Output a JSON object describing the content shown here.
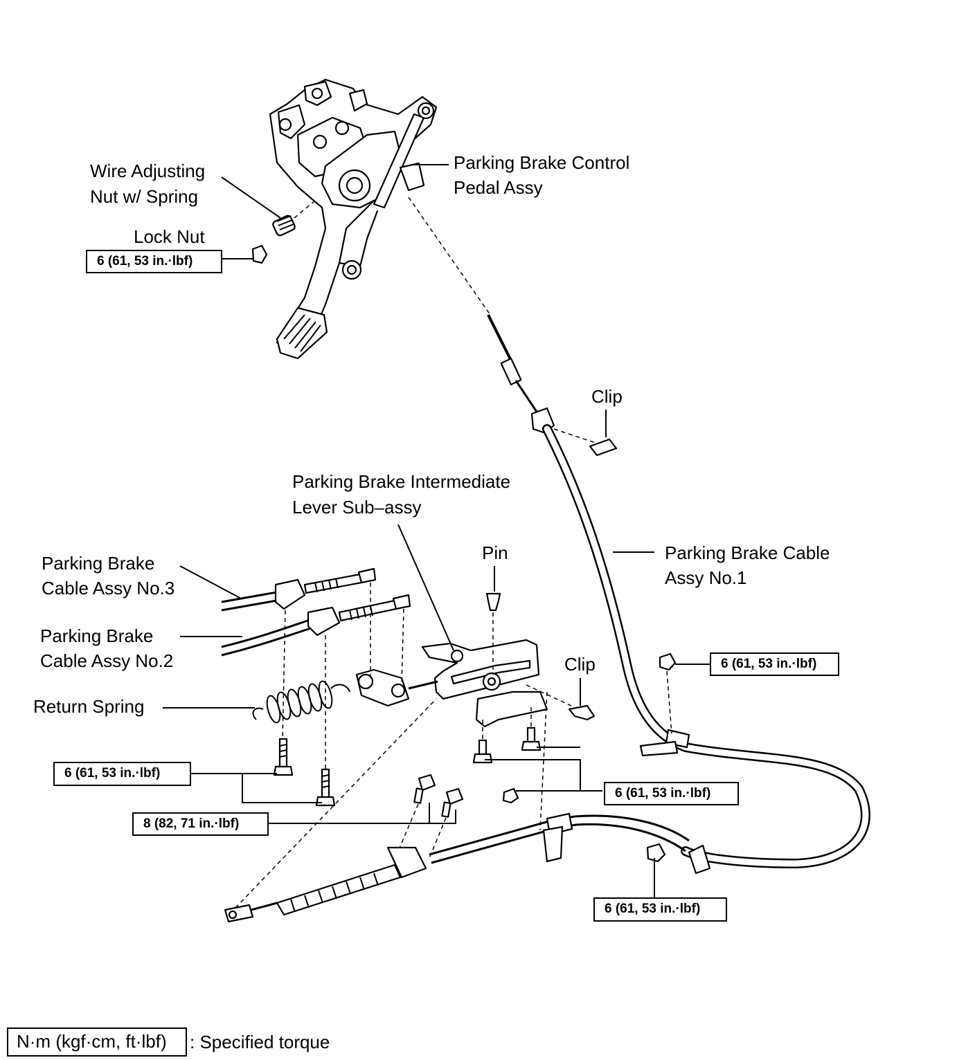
{
  "labels": {
    "wire_adjusting_nut_l1": "Wire Adjusting",
    "wire_adjusting_nut_l2": "Nut w/ Spring",
    "lock_nut": "Lock Nut",
    "pedal_assy_l1": "Parking Brake Control",
    "pedal_assy_l2": "Pedal Assy",
    "clip_upper": "Clip",
    "intermediate_lever_l1": "Parking Brake Intermediate",
    "intermediate_lever_l2": "Lever Sub–assy",
    "pin": "Pin",
    "cable_no1_l1": "Parking Brake Cable",
    "cable_no1_l2": "Assy No.1",
    "cable_no3_l1": "Parking Brake",
    "cable_no3_l2": "Cable Assy No.3",
    "cable_no2_l1": "Parking Brake",
    "cable_no2_l2": "Cable Assy No.2",
    "clip_lower": "Clip",
    "return_spring": "Return Spring"
  },
  "torques": {
    "lock_nut": "6 (61, 53 in.·lbf)",
    "cable_no1_nut": "6 (61, 53 in.·lbf)",
    "lever_bolt": "6 (61, 53 in.·lbf)",
    "bracket_bolts": "6 (61, 53 in.·lbf)",
    "rear_bolts": "8 (82, 71 in.·lbf)",
    "lower_nut": "6 (61, 53 in.·lbf)"
  },
  "legend": {
    "unit": "N·m (kgf·cm, ft·lbf)",
    "description": ": Specified torque"
  }
}
